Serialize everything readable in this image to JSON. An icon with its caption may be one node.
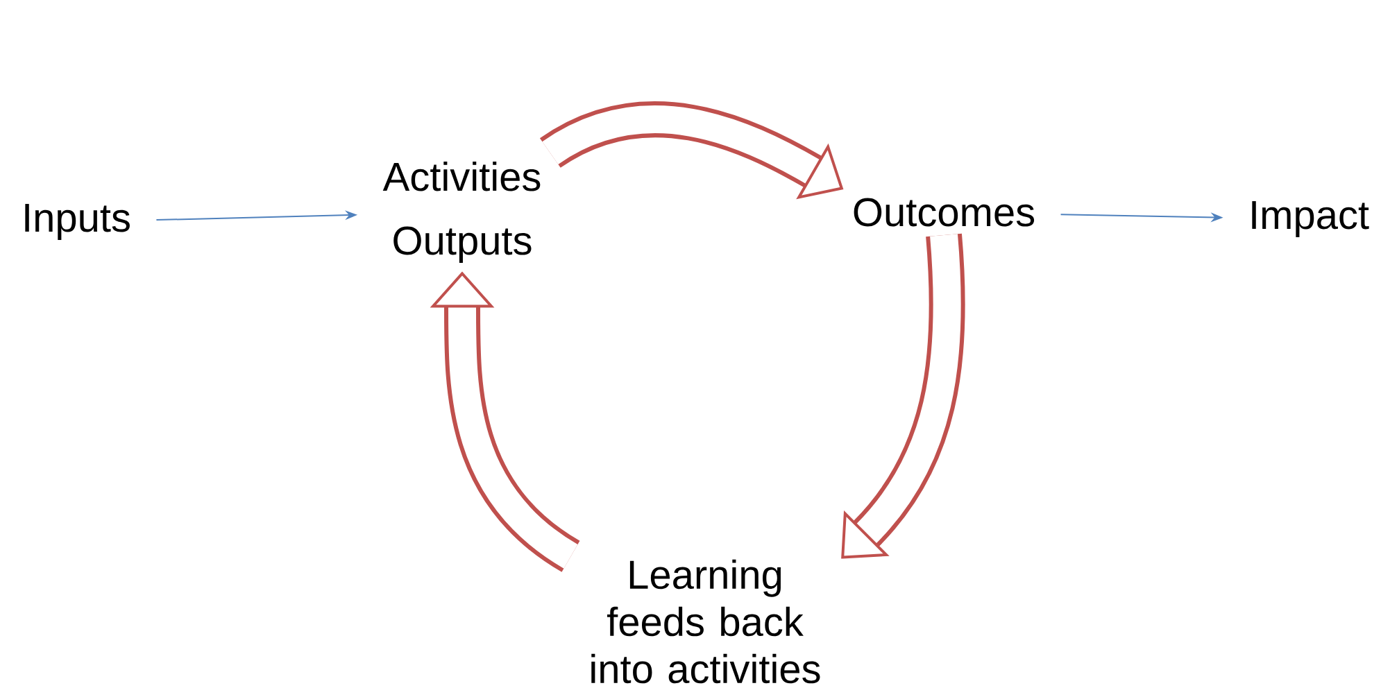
{
  "diagram": {
    "nodes": [
      {
        "text": [
          "Inputs"
        ]
      },
      {
        "text": [
          "Activities",
          "Outputs"
        ]
      },
      {
        "text": [
          "Outcomes"
        ]
      },
      {
        "text": [
          "Impact"
        ]
      },
      {
        "text": [
          "Learning feeds back into activities"
        ]
      }
    ],
    "edges": [
      {
        "from": 0,
        "to": 1,
        "arrow": "to",
        "color": "#4f81bd"
      },
      {
        "from": 1,
        "to": 2,
        "arrow": "to"
      },
      {
        "from": 2,
        "to": 4,
        "arrow": "to"
      },
      {
        "from": 4,
        "to": 1,
        "arrow": "to"
      },
      {
        "from": 2,
        "to": 3,
        "arrow": "to",
        "color": "#4f81bd"
      }
    ]
  }
}
